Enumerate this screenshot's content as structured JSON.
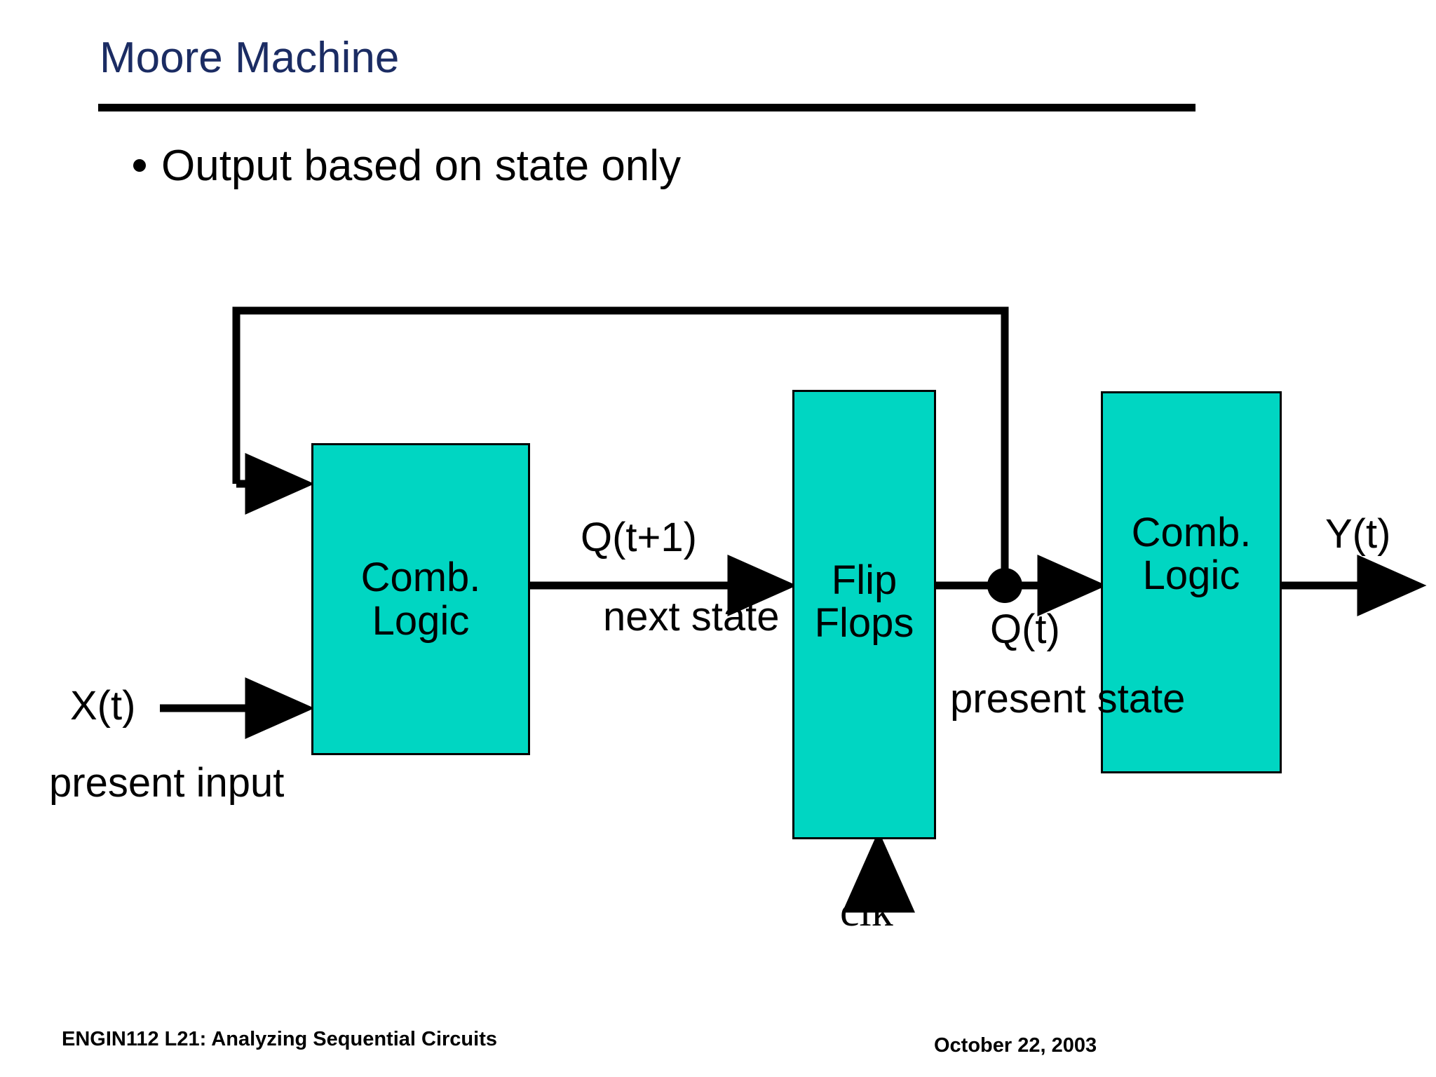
{
  "slide": {
    "title": "Moore Machine",
    "title_color": "#1b2c63",
    "bullets": [
      {
        "text": "Output based on state only"
      }
    ]
  },
  "diagram": {
    "accent_fill": "#00D6C2",
    "stroke_color": "#000000",
    "blocks": [
      {
        "id": "comb-logic-1",
        "line1": "Comb.",
        "line2": "Logic"
      },
      {
        "id": "flip-flops",
        "line1": "Flip",
        "line2": "Flops"
      },
      {
        "id": "comb-logic-2",
        "line1": "Comb.",
        "line2": "Logic"
      }
    ],
    "labels": {
      "next_state_signal": "Q(t+1)",
      "next_state_line1": "next",
      "next_state_line2": "state",
      "input_signal": "X(t)",
      "input_line1": "present",
      "input_line2": "input",
      "present_state_signal": "Q(t)",
      "present_state_line1": "present",
      "present_state_line2": "state",
      "output_signal": "Y(t)",
      "clock": "clk"
    }
  },
  "footer": {
    "course": "ENGIN112  L21: Analyzing Sequential Circuits",
    "date": "October 22, 2003"
  }
}
